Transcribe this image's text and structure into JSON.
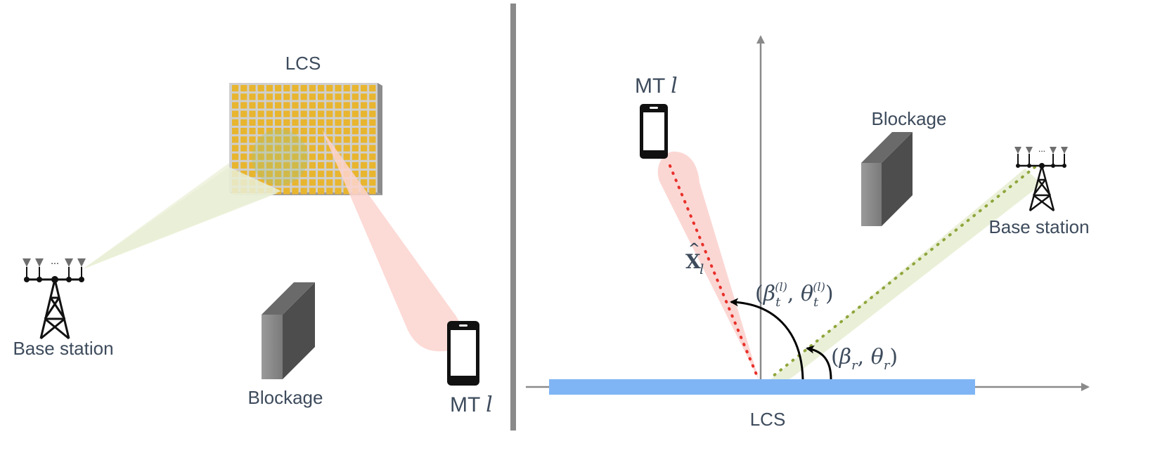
{
  "left_panel": {
    "lcs_label": "LCS",
    "base_station_label": "Base station",
    "blockage_label": "Blockage",
    "mt_label_text": "MT ",
    "mt_label_var": "l",
    "bs_antenna_dots": "..."
  },
  "right_panel": {
    "lcs_label": "LCS",
    "base_station_label": "Base station",
    "blockage_label": "Blockage",
    "mt_label_text": "MT ",
    "mt_label_var": "l",
    "bs_antenna_dots": "...",
    "x_hat_symbol": "X",
    "x_hat_hat": "^",
    "x_hat_subscript": "l",
    "tx_angle_beta": "β",
    "tx_angle_theta": "θ",
    "tx_angle_sub": "t",
    "tx_angle_sup": "(l)",
    "rx_angle_beta": "β",
    "rx_angle_theta": "θ",
    "rx_angle_sub": "r"
  },
  "colors": {
    "lcs_panel_yellow": "#e8b52f",
    "lcs_bar_blue": "#7fb5f5",
    "tx_beam_red": "#fbd3cf",
    "rx_beam_green": "#e9efd6",
    "red_dots": "#e8302a",
    "green_dots": "#8fa63c",
    "divider": "#8a8a8a",
    "label_text": "#3d4b5c"
  }
}
